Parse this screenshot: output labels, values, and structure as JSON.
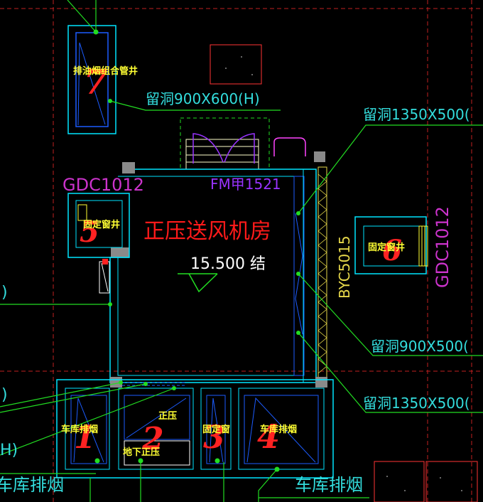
{
  "colors": {
    "background": "#000000",
    "wall": "#00e5ff",
    "inner_wall": "#1c5cff",
    "leader": "#22dd22",
    "dot": "#22dd22",
    "label_white": "#ffffff",
    "label_yellow": "#ffff33",
    "label_cyan": "#33dddd",
    "label_magenta": "#cc33cc",
    "label_red": "#ff1a1a",
    "annotation_red": "#ff2222",
    "grid_red": "#c02020",
    "door_purple": "#9933ff",
    "column_gray": "#8a8a8a",
    "hatch_yellow": "#e6d84a"
  },
  "labels": {
    "room_title": "正压送风机房",
    "elevation": "15.500 结",
    "smoke_shaft": "排油烟组合管井",
    "opening_top": "留洞900X600(H)",
    "opening_right_top": "留洞1350X500(",
    "opening_right_mid": "留洞900X500(",
    "opening_right_bottom": "留洞1350X500(",
    "window_left_code": "GDC1012",
    "window_right_code": "GDC1012",
    "door_code": "FM甲1521",
    "louver_code": "BYC5015",
    "fixed_window_left": "固定窗井",
    "fixed_window_right": "固定窗井",
    "garage_exhaust_left": "车库排烟",
    "garage_exhaust_mid": "车库排烟",
    "garage_exhaust_bottom": "车库排烟",
    "positive_pressure": "正压",
    "basement_positive_pressure": "地下正压",
    "fixed_window_small": "固定窗",
    "edge_paren_1": ")",
    "edge_paren_2": ")",
    "edge_h": "H)"
  },
  "annotations": [
    "1",
    "2",
    "3",
    "4",
    "5",
    "6",
    "7"
  ]
}
